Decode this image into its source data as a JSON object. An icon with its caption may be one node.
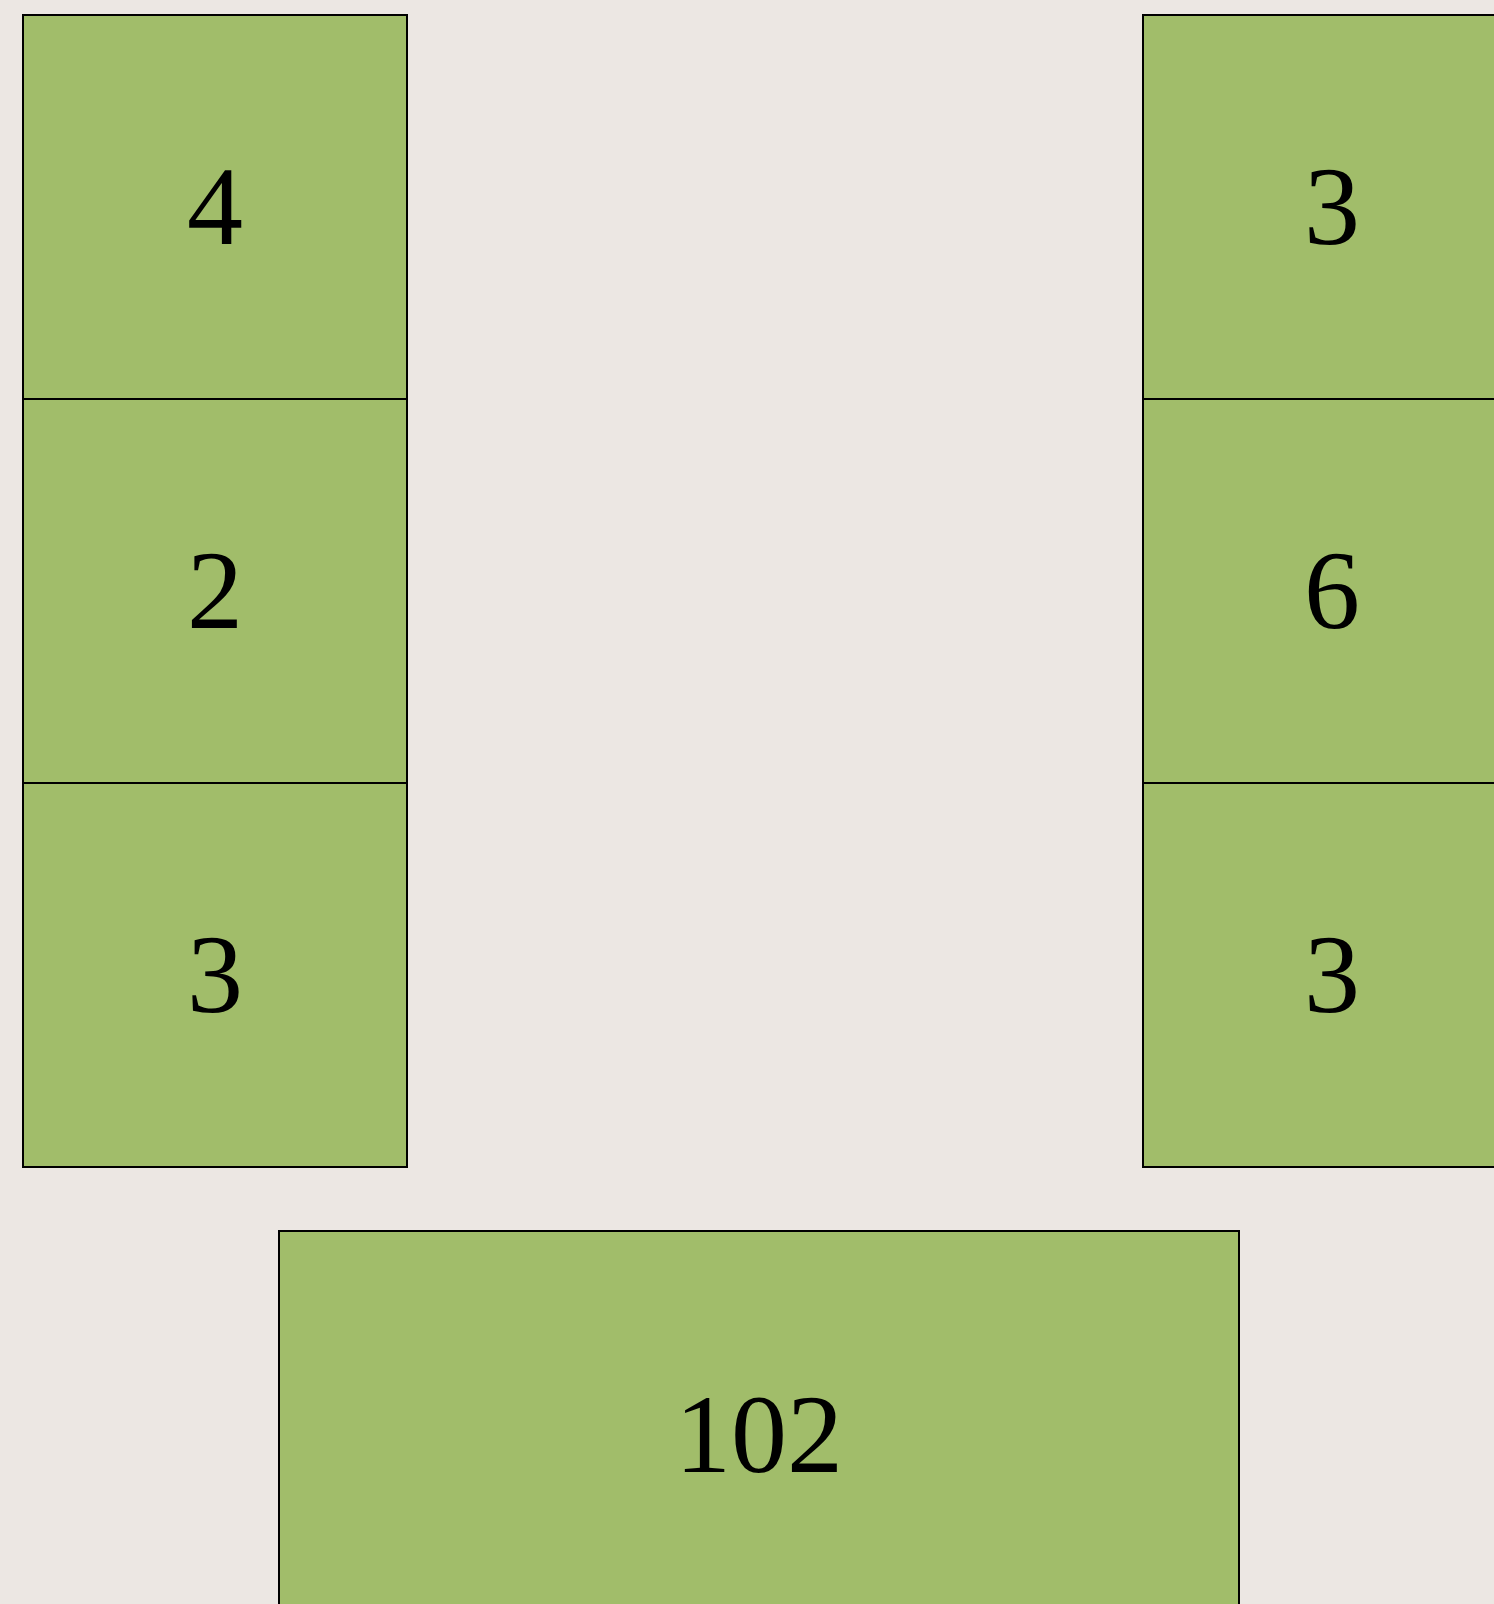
{
  "diagram": {
    "nodes": [
      {
        "text": [
          "4"
        ]
      },
      {
        "text": [
          "3"
        ]
      },
      {
        "text": [
          "2"
        ]
      },
      {
        "text": [
          "6"
        ]
      },
      {
        "text": [
          "3"
        ]
      },
      {
        "text": [
          "3"
        ]
      },
      {
        "text": [
          "102"
        ]
      }
    ]
  }
}
